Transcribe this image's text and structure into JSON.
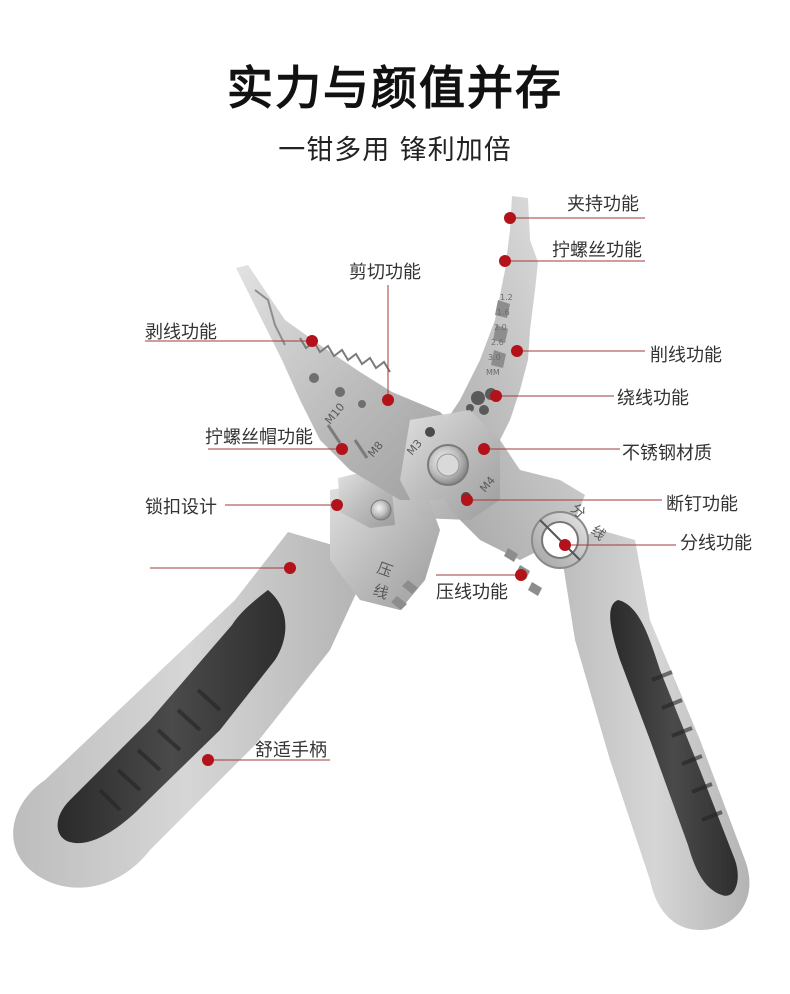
{
  "header": {
    "title": "实力与颜值并存",
    "subtitle": "一钳多用 锋利加倍"
  },
  "labels": {
    "clamping": "夹持功能",
    "screw_thread": "拧螺丝功能",
    "cutting": "剪切功能",
    "stripping": "剥线功能",
    "shaving": "削线功能",
    "winding": "绕线功能",
    "screw_cap": "拧螺丝帽功能",
    "stainless": "不锈钢材质",
    "lock": "锁扣设计",
    "nail_cut": "断钉功能",
    "split_wire": "分线功能",
    "crimp": "压线功能",
    "handle": "舒适手柄"
  },
  "tool_markings": {
    "m10": "M10",
    "m8": "M8",
    "m3": "M3",
    "m4": "M4",
    "crimp_stamp": [
      "压",
      "线"
    ],
    "split_stamp": [
      "分",
      "线"
    ],
    "gauge": [
      "1.2",
      "1.6",
      "2.0",
      "2.6",
      "3.0",
      "MM"
    ]
  },
  "colors": {
    "marker": "#b3121b",
    "line": "#a33a3a",
    "steel": "#c9c9c9",
    "handle_gray": "#c8c8c8",
    "handle_dark": "#3b3b3b"
  }
}
